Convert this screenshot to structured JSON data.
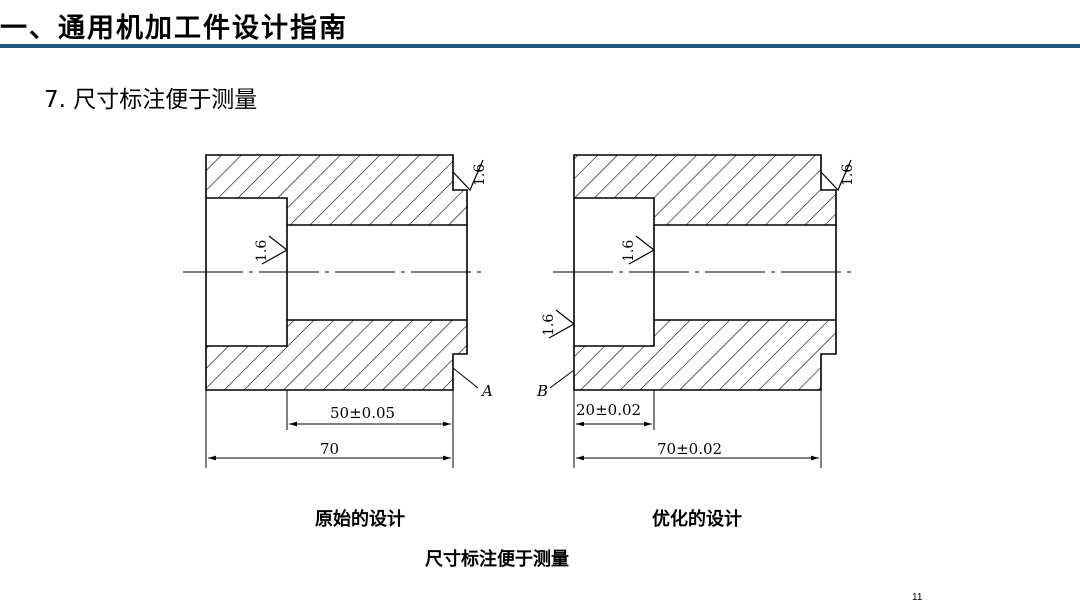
{
  "header": {
    "title": "一、通用机加工件设计指南"
  },
  "section": {
    "title": "7. 尺寸标注便于测量"
  },
  "drawing_left": {
    "roughness_top": "1.6",
    "roughness_bore": "1.6",
    "label_face": "A",
    "dim_small": "50±0.05",
    "dim_total": "70",
    "caption": "原始的设计"
  },
  "drawing_right": {
    "roughness_top": "1.6",
    "roughness_bore": "1.6",
    "roughness_face": "1.6",
    "label_face": "B",
    "dim_small": "20±0.02",
    "dim_total": "70±0.02",
    "caption": "优化的设计"
  },
  "figure_caption": "尺寸标注便于测量",
  "page_number": "11",
  "colors": {
    "header_rule": "#1f5a7c"
  }
}
